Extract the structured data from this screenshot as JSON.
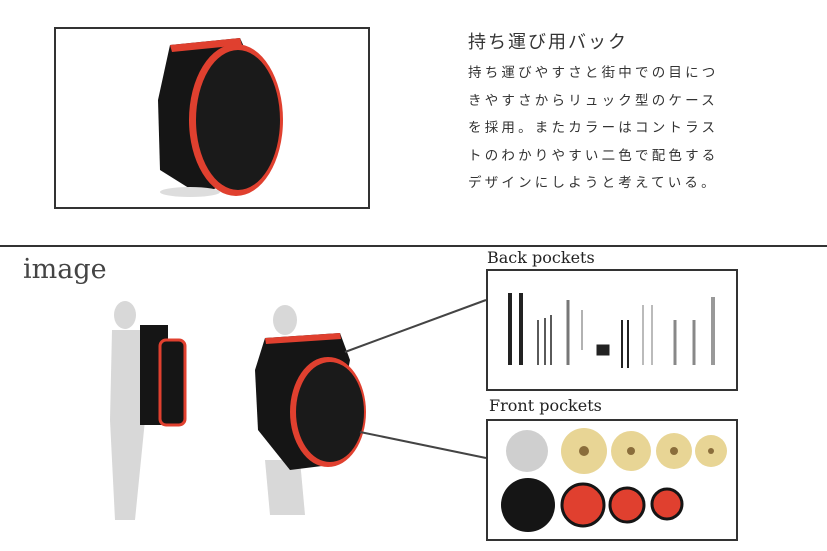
{
  "product": {
    "title": "持ち運び用バック",
    "description_lines": [
      "持ち運びやすさと街中での目につ",
      "きやすさからリュック型のケース",
      "を採用。またカラーはコントラス",
      "トのわかりやすい二色で配色する",
      "デザインにしようと考えている。"
    ]
  },
  "section_label": "image",
  "back_pockets_label": "Back pockets",
  "front_pockets_label": "Front pockets",
  "colors": {
    "accent_red": "#e0402f",
    "case_black": "#141414",
    "cymbal_gold": "#e8d595"
  }
}
